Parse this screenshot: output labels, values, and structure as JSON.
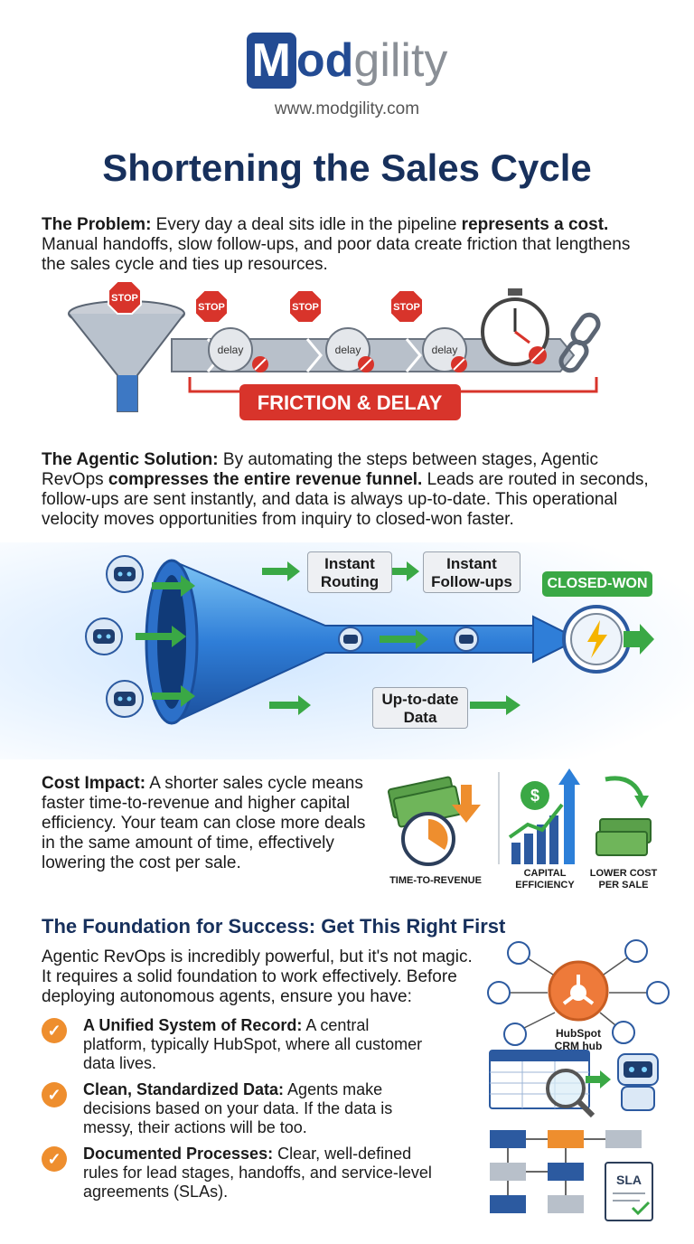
{
  "brand": {
    "logo_m": "M",
    "logo_od": "od",
    "logo_rest": "gility",
    "url": "www.modgility.com"
  },
  "title": "Shortening the Sales Cycle",
  "problem": {
    "heading": "The Problem:",
    "text_a": " Every day a deal sits idle in the pipeline ",
    "text_bold": "represents a cost.",
    "text_b": " Manual handoffs, slow follow-ups, and poor data create friction that lengthens the sales cycle and ties up resources.",
    "stop_label": "STOP",
    "delay_label": "delay",
    "banner": "FRICTION & DELAY"
  },
  "solution": {
    "heading": "The Agentic Solution:",
    "text_a": " By automating the steps between stages, Agentic RevOps ",
    "text_bold": "compresses the entire revenue funnel.",
    "text_b": " Leads are routed in seconds, follow-ups are sent instantly, and data is always up-to-date. This operational velocity moves opportunities from inquiry to closed-won faster.",
    "label_routing": "Instant Routing",
    "label_followups": "Instant Follow-ups",
    "label_data": "Up-to-date Data",
    "label_closed": "CLOSED-WON"
  },
  "cost": {
    "heading": "Cost Impact:",
    "text": " A shorter sales cycle means faster time-to-revenue and higher capital efficiency. Your team can close more deals in the same amount of time, effectively lowering the cost per sale.",
    "icon_time": "TIME-TO-REVENUE",
    "icon_capital": "CAPITAL EFFICIENCY",
    "icon_lower": "LOWER COST PER SALE"
  },
  "foundation": {
    "heading": "The Foundation for Success: Get This Right First",
    "intro": "Agentic RevOps is incredibly powerful, but it's not magic. It requires a solid foundation to work effectively. Before deploying autonomous agents, ensure you have:",
    "items": [
      {
        "title": "A Unified System of Record:",
        "text": " A central platform, typically HubSpot, where all customer data lives."
      },
      {
        "title": "Clean, Standardized Data:",
        "text": " Agents make decisions based on your data. If the data is messy, their actions will be too."
      },
      {
        "title": "Documented Processes:",
        "text": " Clear, well-defined rules for lead stages, handoffs, and service-level agreements (SLAs)."
      }
    ],
    "hub_label": "HubSpot CRM hub",
    "sla_label": "SLA"
  },
  "colors": {
    "navy": "#17305c",
    "brand_blue": "#234b93",
    "orange": "#ee8e2e",
    "red": "#d8342b",
    "green": "#3aa845"
  }
}
